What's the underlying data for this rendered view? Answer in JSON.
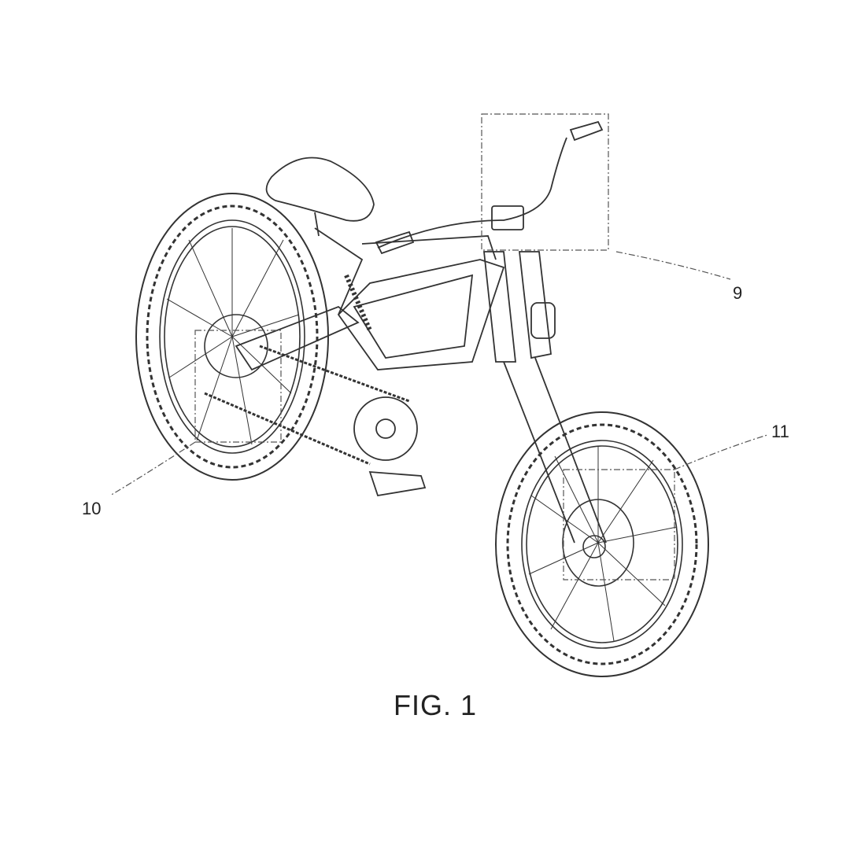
{
  "figure": {
    "caption": "FIG. 1",
    "reference_numerals": {
      "handlebar_region": "9",
      "rear_hub_region": "10",
      "front_hub_region": "11"
    }
  }
}
